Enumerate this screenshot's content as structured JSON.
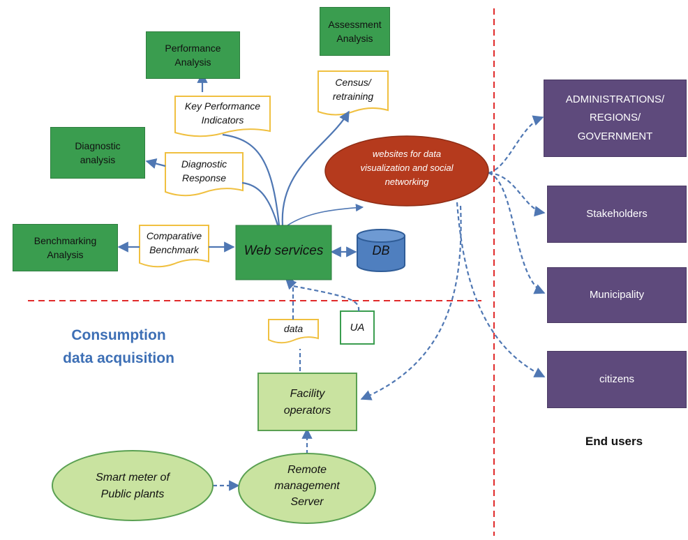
{
  "analysis_boxes": {
    "assessment": "Assessment\nAnalysis",
    "performance": "Performance\nAnalysis",
    "diagnostic": "Diagnostic\nanalysis",
    "benchmarking": "Benchmarking\nAnalysis"
  },
  "documents": {
    "census": "Census/\nretraining",
    "kpi": "Key Performance\nIndicators",
    "diagnostic_response": "Diagnostic\nResponse",
    "comparative": "Comparative\nBenchmark",
    "data": "data",
    "ua": "UA"
  },
  "center": {
    "web_services": "Web services",
    "db": "DB",
    "websites": "websites for data\nvisualization and social\nnetworking"
  },
  "acquisition": {
    "title": "Consumption\ndata acquisition",
    "facility": "Facility\noperators",
    "smart_meter": "Smart meter of\nPublic plants",
    "remote": "Remote\nmanagement\nServer"
  },
  "end_users": {
    "label": "End users",
    "items": [
      "ADMINISTRATIONS/\nREGIONS/\nGOVERNMENT",
      "Stakeholders",
      "Municipality",
      "citizens"
    ]
  },
  "colors": {
    "green_box": "#3a9d4f",
    "light_green": "#c9e3a0",
    "purple": "#5e4a7c",
    "orange_ellipse": "#b53a1d",
    "db_blue": "#4f7fbf",
    "arrow_blue": "#4f77b3",
    "red_dash": "#e02a2a",
    "doc_border": "#f0c040",
    "title_blue": "#3d6fb5"
  }
}
